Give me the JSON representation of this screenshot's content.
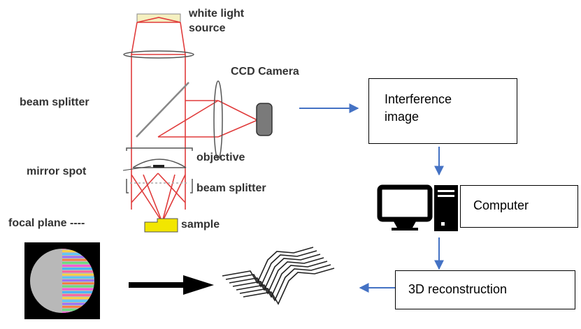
{
  "labels": {
    "white_light_source": [
      "white light",
      "source"
    ],
    "ccd_camera": "CCD Camera",
    "beam_splitter_upper": "beam splitter",
    "objective": "objective",
    "mirror_spot": "mirror spot",
    "beam_splitter_lower": "beam splitter",
    "focal_plane": "focal plane ----",
    "sample": "sample"
  },
  "boxes": {
    "interference_image": [
      "Interference",
      "image"
    ],
    "computer": "Computer",
    "reconstruction": "3D reconstruction"
  },
  "colors": {
    "beam": "#e03c3c",
    "flow_arrow": "#4472c4",
    "label_text": "#333333",
    "sample": "#f2e600",
    "source": "#f5f0c0",
    "camera": "#7a7a7a"
  },
  "icons": {
    "computer": "desktop-computer-icon",
    "fringes": "interference-fringe-icon",
    "surface": "3d-surface-icon"
  }
}
